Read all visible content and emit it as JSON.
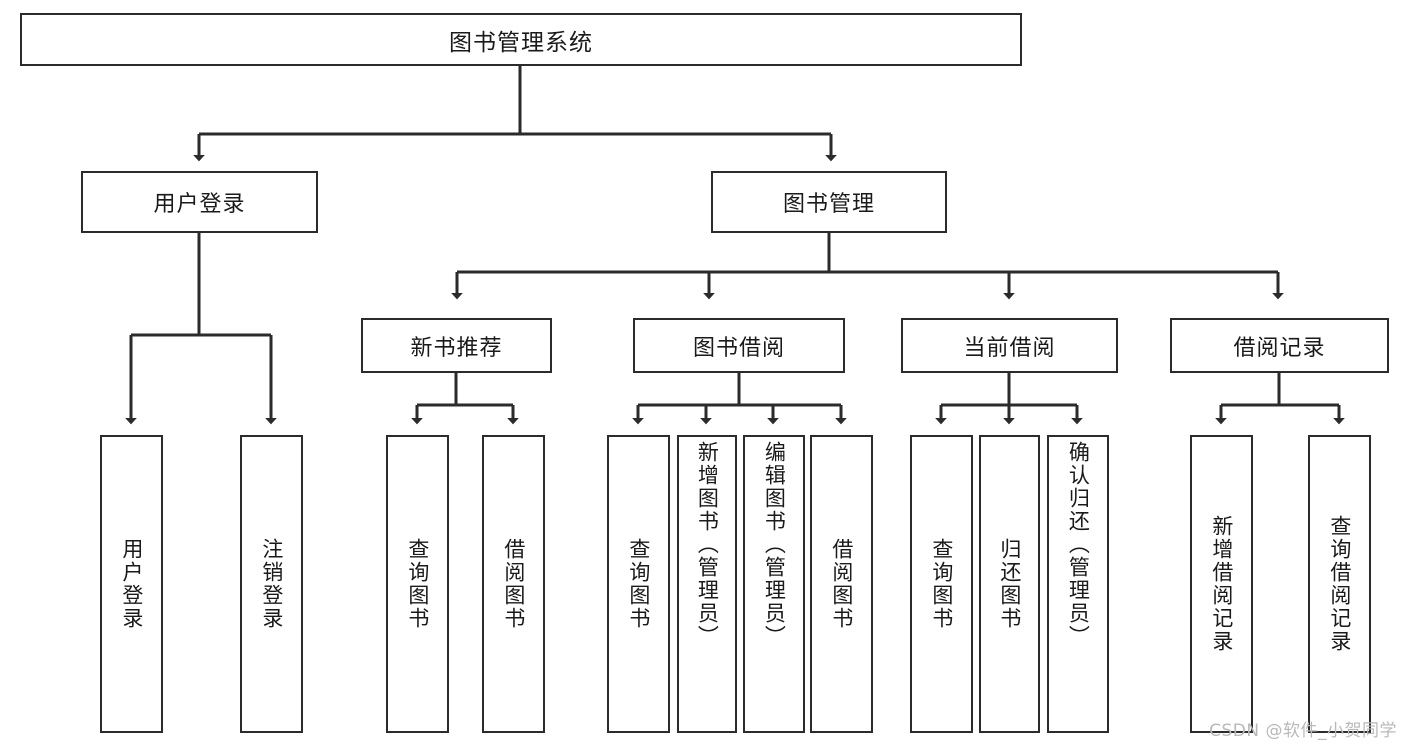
{
  "diagram": {
    "type": "tree",
    "title_node": "图书管理系统",
    "watermark": "CSDN @软件_小贺同学",
    "colors": {
      "box_border": "#2b2b2b",
      "box_fill": "#ffffff",
      "connector": "#2b2b2b",
      "text": "#1a1a1a",
      "watermark": "#b9b9b9"
    },
    "nodes": {
      "root": {
        "label": "图书管理系统"
      },
      "level2": [
        {
          "label": "用户登录"
        },
        {
          "label": "图书管理"
        }
      ],
      "level3": [
        {
          "label": "新书推荐"
        },
        {
          "label": "图书借阅"
        },
        {
          "label": "当前借阅"
        },
        {
          "label": "借阅记录"
        }
      ],
      "leaves": {
        "user_login": [
          {
            "label": "用户登录"
          },
          {
            "label": "注销登录"
          }
        ],
        "new_book_recommend": [
          {
            "label": "查询图书"
          },
          {
            "label": "借阅图书"
          }
        ],
        "book_borrow": [
          {
            "label": "查询图书"
          },
          {
            "label": "新增图书（管理员）"
          },
          {
            "label": "编辑图书（管理员）"
          },
          {
            "label": "借阅图书"
          }
        ],
        "current_borrow": [
          {
            "label": "查询图书"
          },
          {
            "label": "归还图书"
          },
          {
            "label": "确认归还（管理员）"
          }
        ],
        "borrow_record": [
          {
            "label": "新增借阅记录"
          },
          {
            "label": "查询借阅记录"
          }
        ]
      }
    }
  }
}
